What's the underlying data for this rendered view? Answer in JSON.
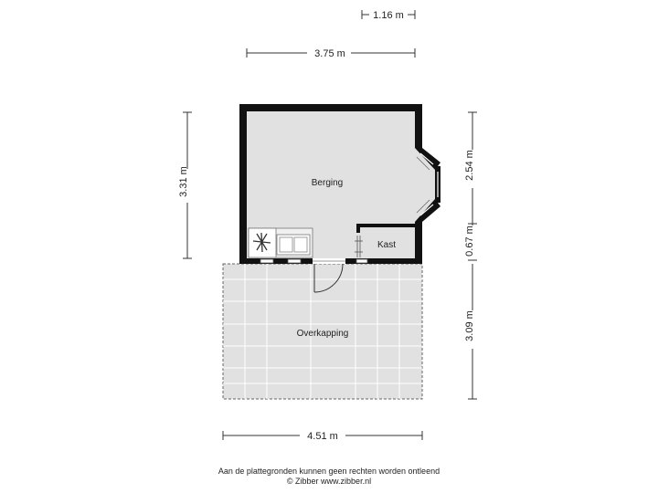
{
  "plan": {
    "dimensions": {
      "top_small": "1.16 m",
      "top_width": "3.75 m",
      "left_height": "3.31 m",
      "right_upper": "2.54 m",
      "right_middle": "0.67 m",
      "right_lower": "3.09 m",
      "bottom_width": "4.51 m"
    },
    "rooms": {
      "berging": "Berging",
      "kast": "Kast",
      "overkapping": "Overkapping"
    }
  },
  "footer": {
    "disclaimer": "Aan de plattegronden kunnen geen rechten worden ontleend",
    "copyright": "© Zibber www.zibber.nl"
  }
}
